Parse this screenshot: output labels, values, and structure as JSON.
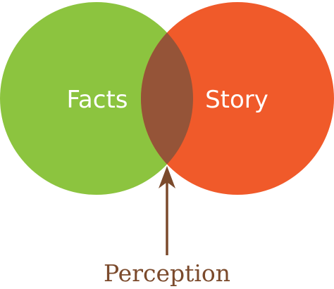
{
  "diagram": {
    "type": "venn-two-set",
    "sets": [
      {
        "label": "Facts",
        "color": "#8cc43f"
      },
      {
        "label": "Story",
        "color": "#f05a2a"
      }
    ],
    "intersection": {
      "label": "Perception",
      "color": "#955438"
    },
    "annotation_color": "#7b4a2c"
  }
}
